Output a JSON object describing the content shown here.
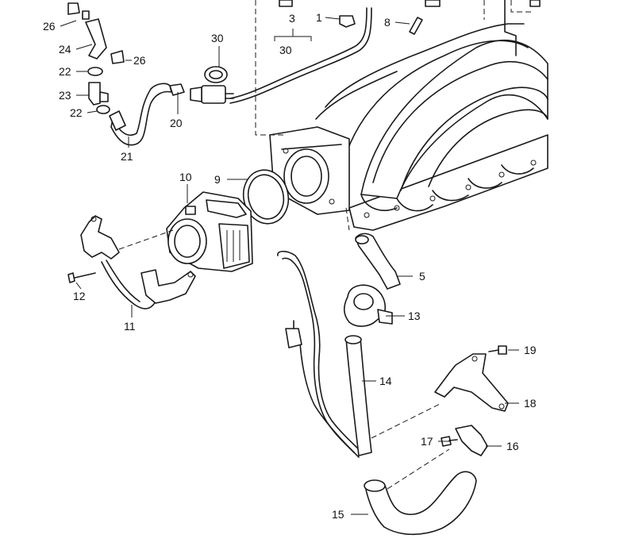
{
  "callouts": {
    "c1": "1",
    "c3": "3",
    "c5": "5",
    "c8": "8",
    "c9": "9",
    "c10": "10",
    "c11": "11",
    "c12": "12",
    "c13": "13",
    "c14": "14",
    "c15": "15",
    "c16": "16",
    "c17": "17",
    "c18": "18",
    "c19": "19",
    "c20": "20",
    "c21": "21",
    "c22a": "22",
    "c22b": "22",
    "c23": "23",
    "c24": "24",
    "c26a": "26",
    "c26b": "26",
    "c30a": "30",
    "c30b": "30"
  }
}
